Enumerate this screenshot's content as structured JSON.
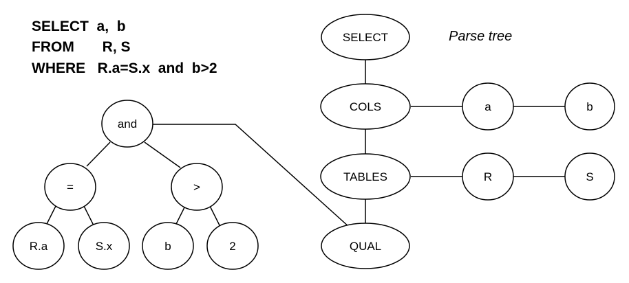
{
  "query": {
    "select_line": "SELECT  a,  b",
    "from_line": "FROM       R, S",
    "where_line": "WHERE   R.a=S.x  and  b>2"
  },
  "title": "Parse tree",
  "nodes": {
    "select": "SELECT",
    "cols": "COLS",
    "col_a": "a",
    "col_b": "b",
    "tables": "TABLES",
    "table_r": "R",
    "table_s": "S",
    "qual": "QUAL",
    "and": "and",
    "eq": "=",
    "gt": ">",
    "ra": "R.a",
    "sx": "S.x",
    "b": "b",
    "two": "2"
  }
}
